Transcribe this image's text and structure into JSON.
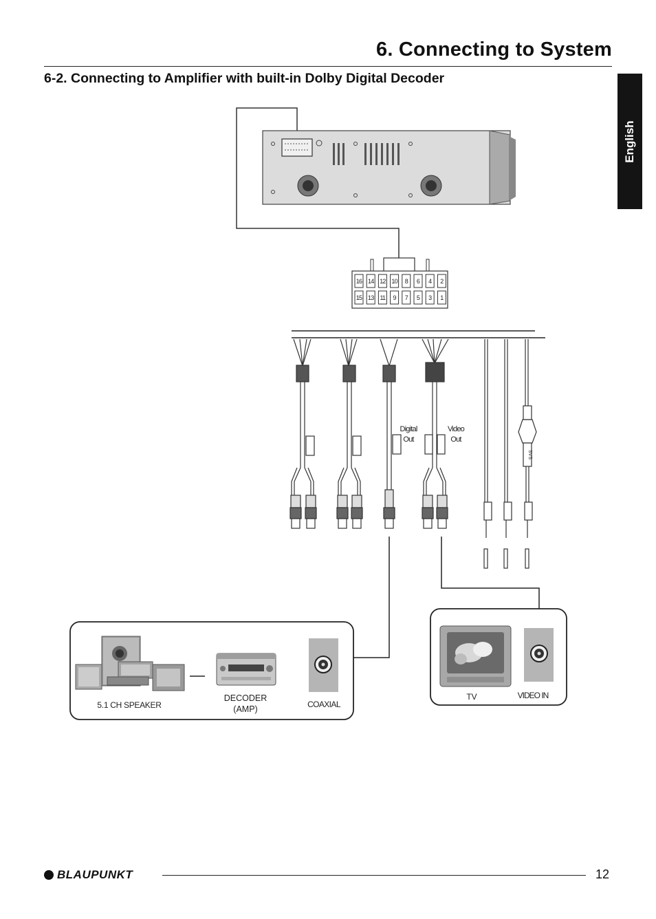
{
  "header": {
    "title": "6. Connecting to System",
    "section_title": "6-2. Connecting to Amplifier with built-in Dolby Digital Decoder"
  },
  "side_tab": {
    "label": "English"
  },
  "connector": {
    "top_row": [
      "16",
      "14",
      "12",
      "10",
      "8",
      "6",
      "4",
      "2"
    ],
    "bottom_row": [
      "15",
      "13",
      "11",
      "9",
      "7",
      "5",
      "3",
      "1"
    ]
  },
  "cable_labels": {
    "digital_out_line1": "Digital",
    "digital_out_line2": "Out",
    "video_out_line1": "Video",
    "video_out_line2": "Out",
    "svs": "SVS"
  },
  "amp_box": {
    "speaker_label": "5.1 CH SPEAKER",
    "decoder_label_line1": "DECODER",
    "decoder_label_line2": "(AMP)",
    "coaxial_label": "COAXIAL"
  },
  "tv_box": {
    "tv_label": "TV",
    "video_in_label": "VIDEO IN"
  },
  "footer": {
    "brand": "BLAUPUNKT",
    "page_number": "12"
  }
}
